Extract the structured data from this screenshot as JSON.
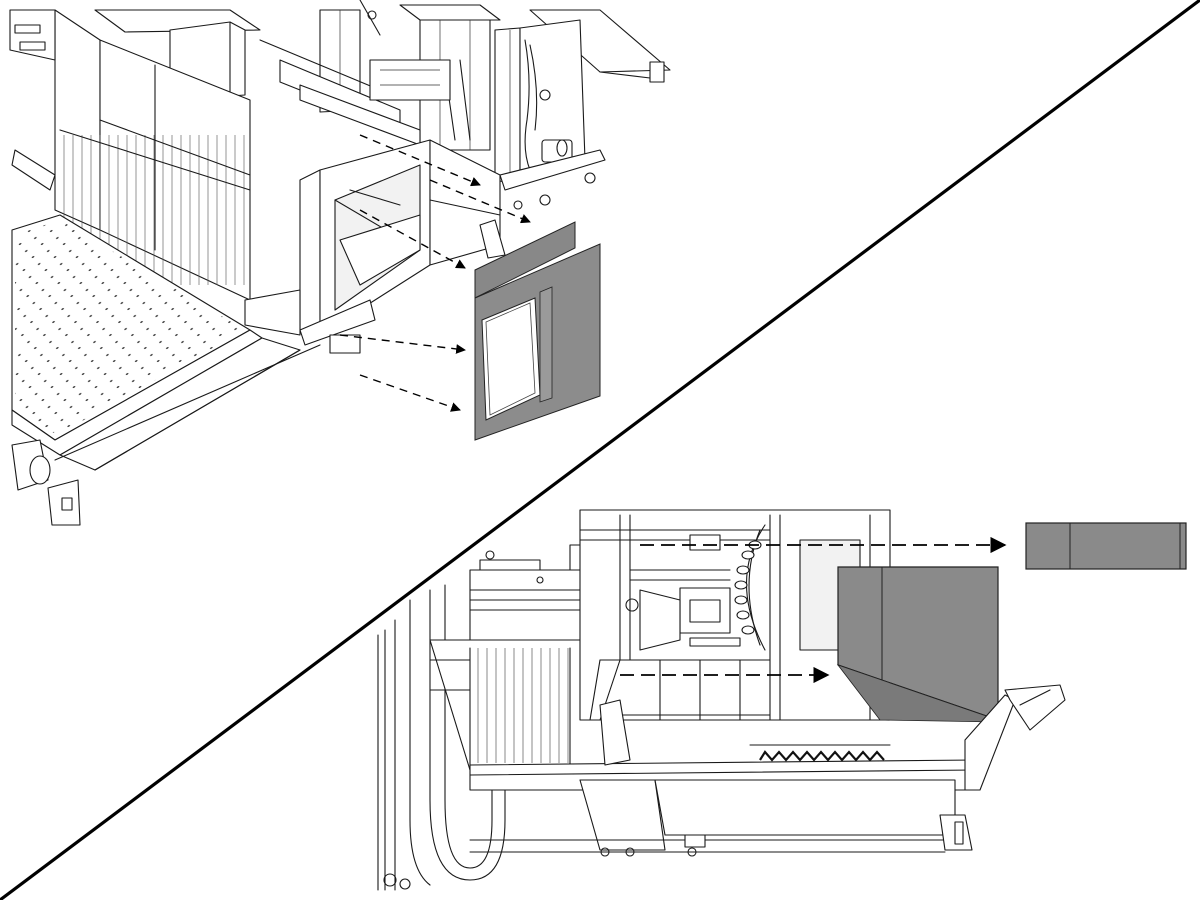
{
  "figure": {
    "panels": [
      {
        "view": "upper-left-isometric",
        "removed_part": "side-door-panel"
      },
      {
        "view": "lower-right-side",
        "removed_part": "top-cover-panel"
      }
    ],
    "colors": {
      "line": "#1a1a1a",
      "panel_fill": "#888888",
      "panel_edge": "#222222",
      "background": "#ffffff",
      "divider": "#000000"
    }
  }
}
